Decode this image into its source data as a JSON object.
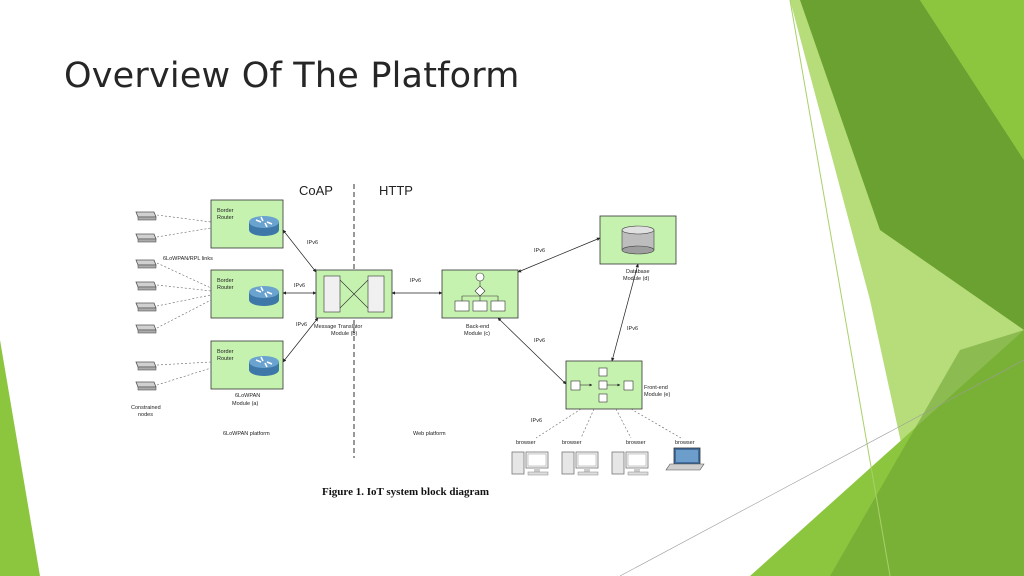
{
  "slide": {
    "title": "Overview Of The Platform"
  },
  "colors": {
    "module_fill": "#c6f2b0",
    "module_stroke": "#333333",
    "accent_green_dark": "#6aa130",
    "accent_green": "#8cc63f",
    "accent_green_light": "#b7dc7a"
  },
  "diagram": {
    "protocol_left": "CoAP",
    "protocol_right": "HTTP",
    "link_label": "IPv6",
    "border_router_line1": "Border",
    "border_router_line2": "Router",
    "links_label": "6LoWPAN/RPL links",
    "constrained_line1": "Constrained",
    "constrained_line2": "nodes",
    "module_a_line1": "6LoWPAN",
    "module_a_line2": "Module (a)",
    "module_b_line1": "Message Translator",
    "module_b_line2": "Module (b)",
    "module_c_line1": "Back-end",
    "module_c_line2": "Module (c)",
    "module_d_line1": "Database",
    "module_d_line2": "Module (d)",
    "module_e_line1": "Front-end",
    "module_e_line2": "Module (e)",
    "platform_left": "6LoWPAN platform",
    "platform_right": "Web platform",
    "browser_label": "browser",
    "caption": "Figure 1. IoT system block diagram"
  }
}
